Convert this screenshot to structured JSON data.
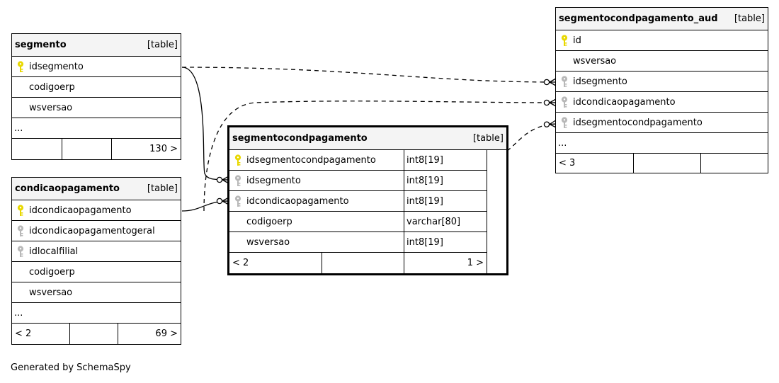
{
  "kind_label": "[table]",
  "tables": {
    "segmento": {
      "name": "segmento",
      "columns": [
        {
          "name": "idsegmento",
          "key": "primary"
        },
        {
          "name": "codigoerp",
          "key": "none"
        },
        {
          "name": "wsversao",
          "key": "none"
        }
      ],
      "more": "...",
      "footer": {
        "left": "",
        "mid": "",
        "right": "130 >"
      }
    },
    "condicaopagamento": {
      "name": "condicaopagamento",
      "columns": [
        {
          "name": "idcondicaopagamento",
          "key": "primary"
        },
        {
          "name": "idcondicaopagamentogeral",
          "key": "foreign"
        },
        {
          "name": "idlocalfilial",
          "key": "foreign"
        },
        {
          "name": "codigoerp",
          "key": "none"
        },
        {
          "name": "wsversao",
          "key": "none"
        }
      ],
      "more": "...",
      "footer": {
        "left": "< 2",
        "mid": "",
        "right": "69 >"
      }
    },
    "segmentocondpagamento": {
      "name": "segmentocondpagamento",
      "columns": [
        {
          "name": "idsegmentocondpagamento",
          "type": "int8[19]",
          "key": "primary"
        },
        {
          "name": "idsegmento",
          "type": "int8[19]",
          "key": "foreign"
        },
        {
          "name": "idcondicaopagamento",
          "type": "int8[19]",
          "key": "foreign"
        },
        {
          "name": "codigoerp",
          "type": "varchar[80]",
          "key": "none"
        },
        {
          "name": "wsversao",
          "type": "int8[19]",
          "key": "none"
        }
      ],
      "footer": {
        "left": "< 2",
        "mid": "",
        "right": "1 >"
      }
    },
    "segmentocondpagamento_aud": {
      "name": "segmentocondpagamento_aud",
      "columns": [
        {
          "name": "id",
          "key": "primary"
        },
        {
          "name": "wsversao",
          "key": "none"
        },
        {
          "name": "idsegmento",
          "key": "foreign"
        },
        {
          "name": "idcondicaopagamento",
          "key": "foreign"
        },
        {
          "name": "idsegmentocondpagamento",
          "key": "foreign"
        }
      ],
      "more": "...",
      "footer": {
        "left": "< 3",
        "mid": "",
        "right": ""
      }
    }
  },
  "key_colors": {
    "primary": "#e8d800",
    "foreign": "#b8b8b8"
  },
  "footer_text": "Generated by SchemaSpy"
}
